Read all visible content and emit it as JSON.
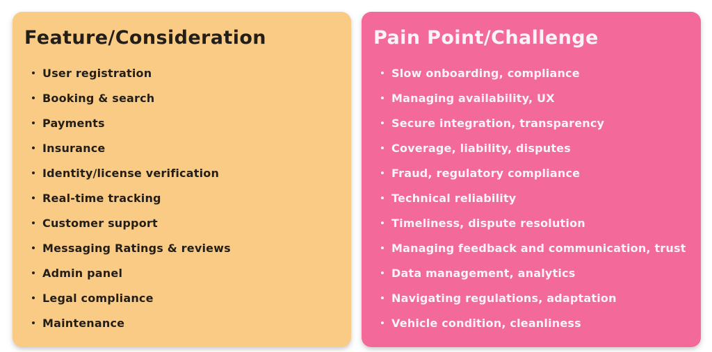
{
  "page": {
    "background_color": "#ffffff"
  },
  "cards": [
    {
      "title": "Feature/Consideration",
      "bg_color": "#FACB85",
      "text_color": "#241E18",
      "items": [
        "User registration",
        "Booking & search",
        "Payments",
        "Insurance",
        "Identity/license verification",
        "Real-time tracking",
        "Customer support",
        "Messaging Ratings & reviews",
        "Admin panel",
        "Legal compliance",
        "Maintenance"
      ]
    },
    {
      "title": "Pain Point/Challenge",
      "bg_color": "#F2699A",
      "text_color": "#FCF3F7",
      "items": [
        "Slow onboarding, compliance",
        "Managing availability, UX",
        "Secure integration, transparency",
        "Coverage, liability, disputes",
        "Fraud, regulatory compliance",
        "Technical reliability",
        "Timeliness, dispute resolution",
        "Managing feedback and communication, trust",
        "Data management, analytics",
        "Navigating regulations, adaptation",
        "Vehicle condition, cleanliness"
      ]
    }
  ]
}
